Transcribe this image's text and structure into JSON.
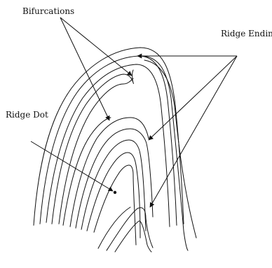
{
  "labels": {
    "bifurcations": "Bifurcations",
    "ridge_ending": "Ridge Ending",
    "ridge_dot": "Ridge Dot"
  }
}
